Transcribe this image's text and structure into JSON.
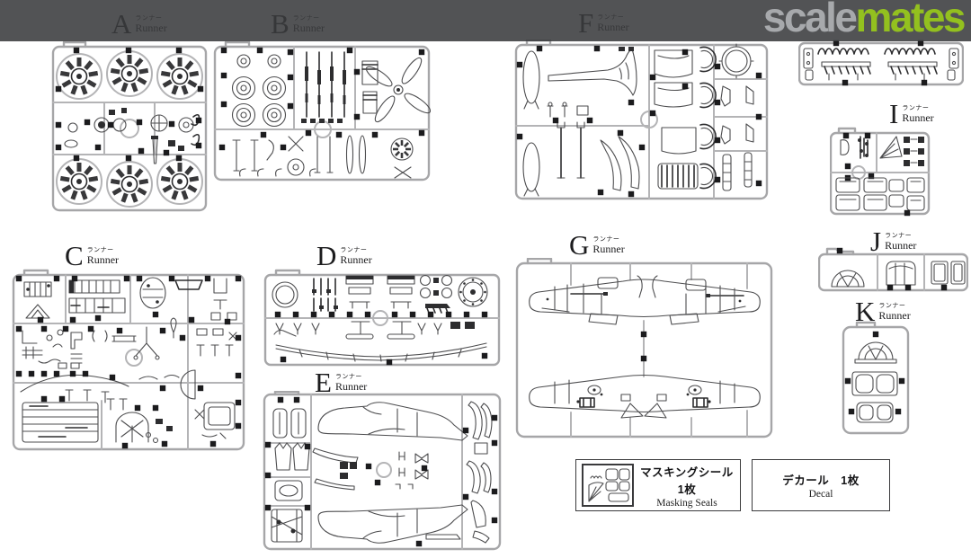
{
  "banner": {
    "bg_color": "#3a3b3d",
    "logo": {
      "scale": "scale",
      "mates": "mates",
      "scale_color": "#a7a9ac",
      "mates_color": "#93c01f"
    }
  },
  "runners": [
    {
      "letter": "A",
      "jp": "ランナー",
      "en": "Runner"
    },
    {
      "letter": "B",
      "jp": "ランナー",
      "en": "Runner"
    },
    {
      "letter": "C",
      "jp": "ランナー",
      "en": "Runner"
    },
    {
      "letter": "D",
      "jp": "ランナー",
      "en": "Runner"
    },
    {
      "letter": "E",
      "jp": "ランナー",
      "en": "Runner"
    },
    {
      "letter": "F",
      "jp": "ランナー",
      "en": "Runner"
    },
    {
      "letter": "G",
      "jp": "ランナー",
      "en": "Runner"
    },
    {
      "letter": "I",
      "jp": "ランナー",
      "en": "Runner"
    },
    {
      "letter": "J",
      "jp": "ランナー",
      "en": "Runner"
    },
    {
      "letter": "K",
      "jp": "ランナー",
      "en": "Runner"
    }
  ],
  "info_boxes": {
    "masking": {
      "title_jp": "マスキングシール　1枚",
      "title_en": "Masking Seals"
    },
    "decal": {
      "title_jp": "デカール　1枚",
      "title_en": "Decal"
    }
  }
}
